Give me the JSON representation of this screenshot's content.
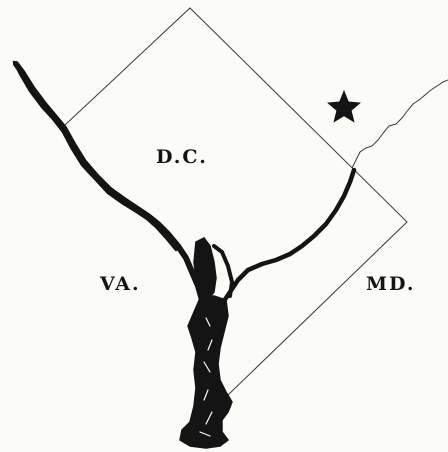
{
  "map": {
    "labels": {
      "dc": "D.C.",
      "va": "VA.",
      "md": "MD."
    },
    "marker": {
      "icon": "star-icon"
    },
    "colors": {
      "ink": "#141414",
      "boundary": "#3a3a3a",
      "background": "#fbfbf8"
    }
  }
}
